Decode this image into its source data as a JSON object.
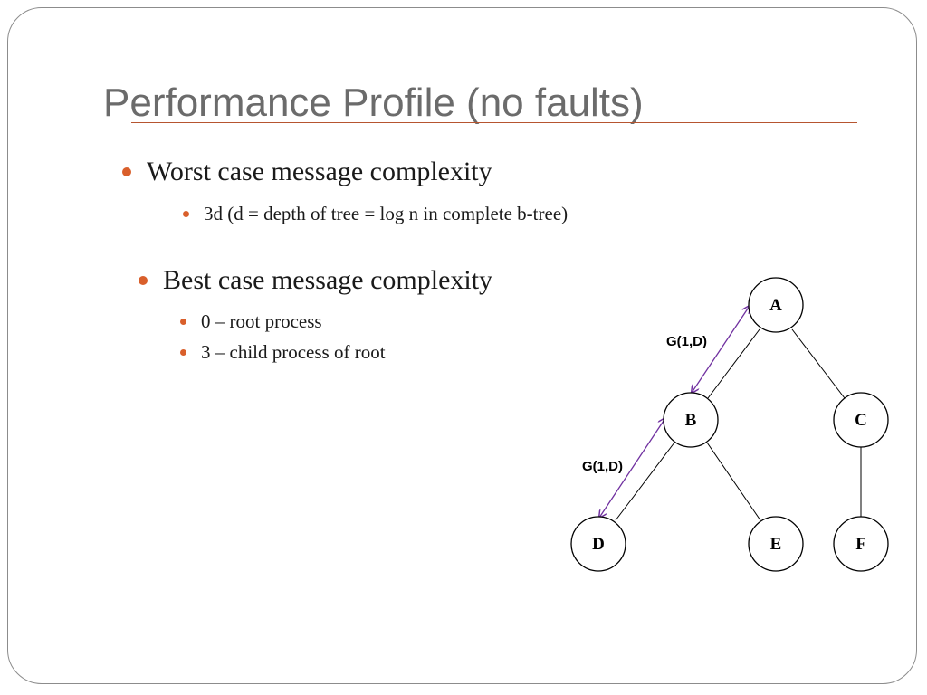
{
  "slide": {
    "title": "Performance Profile (no faults)",
    "sections": [
      {
        "heading": "Worst case message complexity",
        "items": [
          "3d (d = depth of tree = log n in complete b-tree)"
        ]
      },
      {
        "heading": "Best case message complexity",
        "items": [
          "0 – root process",
          "3 – child process of root"
        ]
      }
    ]
  },
  "diagram": {
    "nodes": [
      {
        "id": "A",
        "label": "A"
      },
      {
        "id": "B",
        "label": "B"
      },
      {
        "id": "C",
        "label": "C"
      },
      {
        "id": "D",
        "label": "D"
      },
      {
        "id": "E",
        "label": "E"
      },
      {
        "id": "F",
        "label": "F"
      }
    ],
    "edges": [
      {
        "from": "A",
        "to": "B"
      },
      {
        "from": "A",
        "to": "C"
      },
      {
        "from": "B",
        "to": "D"
      },
      {
        "from": "B",
        "to": "E"
      },
      {
        "from": "C",
        "to": "F"
      }
    ],
    "messages": [
      {
        "between": [
          "B",
          "A"
        ],
        "label": "G(1,D)"
      },
      {
        "between": [
          "D",
          "B"
        ],
        "label": "G(1,D)"
      }
    ],
    "colors": {
      "arrow": "#7030a0",
      "bullet": "#d95f2b",
      "title_rule": "#b65530"
    }
  }
}
